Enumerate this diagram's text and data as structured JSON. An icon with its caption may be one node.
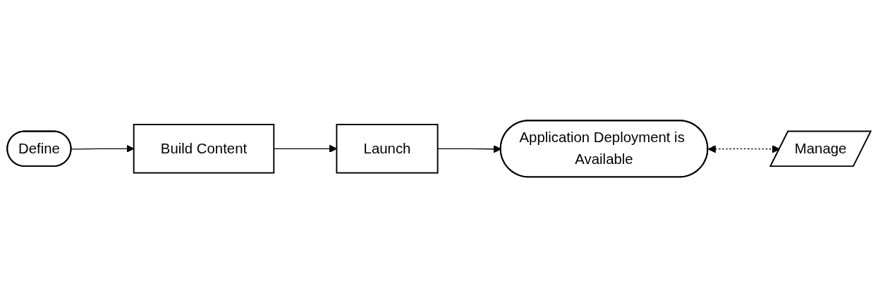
{
  "diagram": {
    "nodes": [
      {
        "text": [
          "Define"
        ]
      },
      {
        "text": [
          "Build Content"
        ]
      },
      {
        "text": [
          "Launch"
        ]
      },
      {
        "text": [
          "Application Deployment is Available"
        ]
      },
      {
        "text": [
          "Manage"
        ]
      }
    ],
    "edges": [
      {
        "from": 0,
        "to": 1,
        "arrow": "to"
      },
      {
        "from": 1,
        "to": 2,
        "arrow": "to"
      },
      {
        "from": 2,
        "to": 3,
        "arrow": "to"
      },
      {
        "from": 3,
        "to": 4,
        "arrow": "both",
        "style": "dashed"
      }
    ]
  }
}
